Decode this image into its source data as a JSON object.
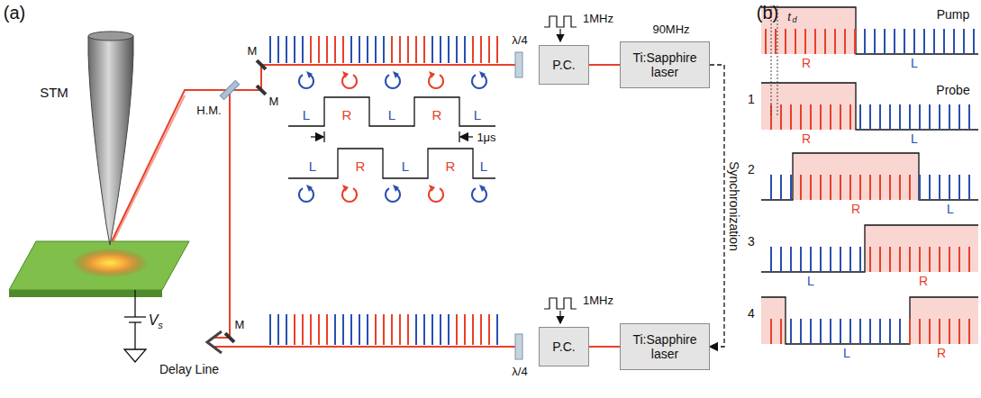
{
  "diagram": {
    "nodes": [
      {
        "text": [
          "P.C."
        ]
      },
      {
        "text": [
          "Ti:Sapphire laser"
        ]
      },
      {
        "text": [
          "P.C."
        ]
      },
      {
        "text": [
          "Ti:Sapphire laser"
        ]
      }
    ],
    "edges": [
      {
        "from": 1,
        "to": 0,
        "arrow": "none"
      },
      {
        "from": 3,
        "to": 2,
        "arrow": "none"
      },
      {
        "from": 1,
        "to": 3,
        "arrow": "to",
        "label": "Synchronization"
      }
    ],
    "labels": [
      "(a)",
      "STM",
      "V",
      "s",
      "H.M.",
      "M",
      "M",
      "M",
      "Delay Line",
      "λ/4",
      "1MHz",
      "90MHz",
      "L",
      "R",
      "L",
      "R",
      "L",
      "1μs",
      "L",
      "R",
      "L",
      "R",
      "L",
      "λ/4",
      "1MHz",
      "(b)",
      "t",
      "d",
      "Pump",
      "R",
      "L",
      "1",
      "Probe",
      "R",
      "L",
      "2",
      "R",
      "L",
      "3",
      "L",
      "R",
      "4",
      "L",
      "R"
    ]
  }
}
